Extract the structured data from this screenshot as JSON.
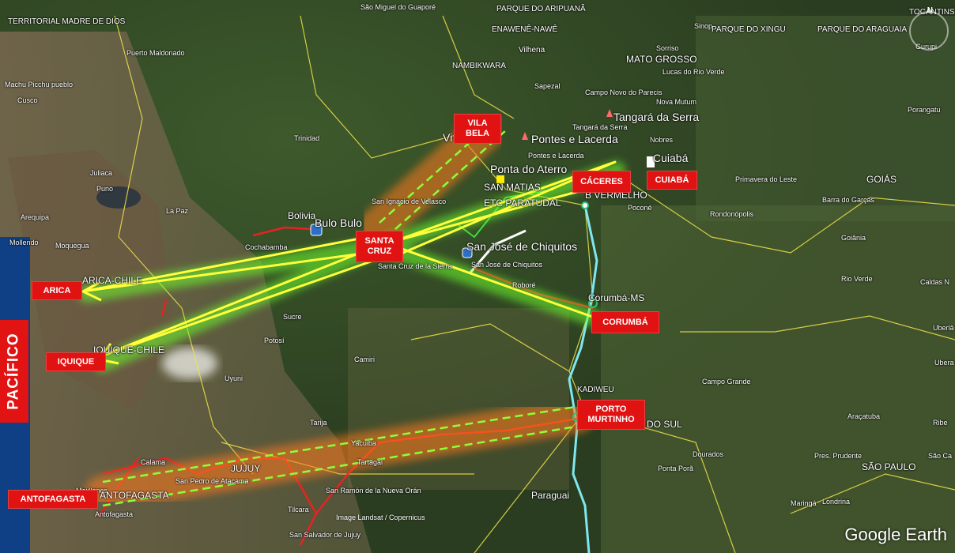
{
  "banner": {
    "pacifico": "PACÍFICO"
  },
  "red_labels": {
    "vila_bela": "VILA\nBELA",
    "caceres": "CÁCERES",
    "cuiaba": "CUIABÁ",
    "santa_cruz": "SANTA\nCRUZ",
    "arica": "ARICA",
    "iquique": "IQUIQUE",
    "corumba": "CORUMBÁ",
    "porto_murtinho": "PORTO\nMURTINHO",
    "antofagasta": "ANTOFAGASTA"
  },
  "places": {
    "territorial": "TERRITORIAL MADRE DE DIOS",
    "sao_miguel": "São Miguel do Guaporé",
    "aripuana": "PARQUE DO ARIPUANÃ",
    "enawene": "ENAWENÊ-NAWÊ",
    "vilhena": "Vilhena",
    "nambikwara": "NAMBIKWARA",
    "sinop": "Sinop",
    "xingu": "PARQUE DO XINGU",
    "araguaia": "PARQUE DO ARAGUAIA",
    "tocantins": "TOCANTINS",
    "puerto_maldonado": "Puerto Maldonado",
    "machu": "Machu Picchu pueblo",
    "cusco": "Cusco",
    "sorriso": "Sorriso",
    "mato_grosso": "MATO GROSSO",
    "lucas": "Lucas do Rio Verde",
    "gurupi": "Gurupi",
    "sapezal": "Sapezal",
    "campo_novo": "Campo Novo do Parecis",
    "nova_mutum": "Nova Mutum",
    "porangatu": "Porangatu",
    "tangara": "Tangará da Serra",
    "tangara_small": "Tangará da Serra",
    "trinidad": "Trinidad",
    "vila_bela_small": "Vi",
    "pontes": "Pontes e Lacerda",
    "pontes_small": "Pontes e Lacerda",
    "nobres": "Nobres",
    "cuiaba_map": "Cuiabá",
    "ponta_aterro": "Ponta do Aterro",
    "juliaca": "Juliaca",
    "puno": "Puno",
    "san_matias": "SAN MATIAS",
    "etc": "ETC PARATUDAL",
    "b_vermelho": "B VERMELHO",
    "poconé": "Poconé",
    "primavera": "Primavera do Leste",
    "goias": "GOIÁS",
    "barra_garcas": "Barra do Garças",
    "la_paz": "La Paz",
    "san_ignacio": "San Ignacio de Velasco",
    "bolivia": "Bolivia",
    "bulo": "Bulo Bulo",
    "rondonopolis": "Rondonópolis",
    "arequipa": "Arequipa",
    "goiania": "Goiânia",
    "mollendo": "Mollendo",
    "moquegua": "Moquegua",
    "cochabamba": "Cochabamba",
    "san_jose": "San José de Chiquitos",
    "san_jose_small": "San José de Chiquitos",
    "santa_sierra": "Santa Cruz de la Sierra",
    "arica_chile": "ARICA-CHILE",
    "robore": "Roboré",
    "rio_verde": "Rio Verde",
    "caldas": "Caldas N",
    "corumba_ms": "Corumbá-MS",
    "sucre": "Sucre",
    "potosi": "Potosí",
    "uberla": "Uberlâ",
    "iquique_chile": "IQUIQUE-CHILE",
    "camiri": "Camiri",
    "ubera": "Ubera",
    "uyuni": "Uyuni",
    "kadiweu": "KADIWEU",
    "campo_grande": "Campo Grande",
    "tarija": "Tarija",
    "do_sul": "DO SUL",
    "aracatuba": "Araçatuba",
    "ribe": "Ribe",
    "calama": "Calama",
    "jujuy": "JUJUY",
    "tartagal": "Tartagal",
    "yacuiba": "Yacuiba",
    "dourados": "Dourados",
    "pres_prudente": "Pres. Prudente",
    "sao_ca": "São Ca",
    "sao_pedro": "San Pedro de Atacama",
    "sao_paulo": "SÃO PAULO",
    "ponta_pora": "Ponta Porã",
    "mejillones": "Mejillones",
    "antofagasta_region": "ANTOFAGASTA",
    "antofagasta_city": "Antofagasta",
    "san_ramon": "San Ramón de la Nueva Orán",
    "paraguai": "Paraguai",
    "maringa": "Maringá",
    "londrina": "Londrina",
    "tilcara": "Tilcara",
    "salvador": "San Salvador de Jujuy"
  },
  "credit": "Image Landsat / Copernicus",
  "logo": "Google Earth",
  "compass": "N",
  "colors": {
    "arrow": "#ffff3c",
    "glow": "#6dff2a",
    "orange": "#ff7a1a",
    "box": "#e01212",
    "road": "#e82222",
    "river": "#7fe7ef"
  }
}
